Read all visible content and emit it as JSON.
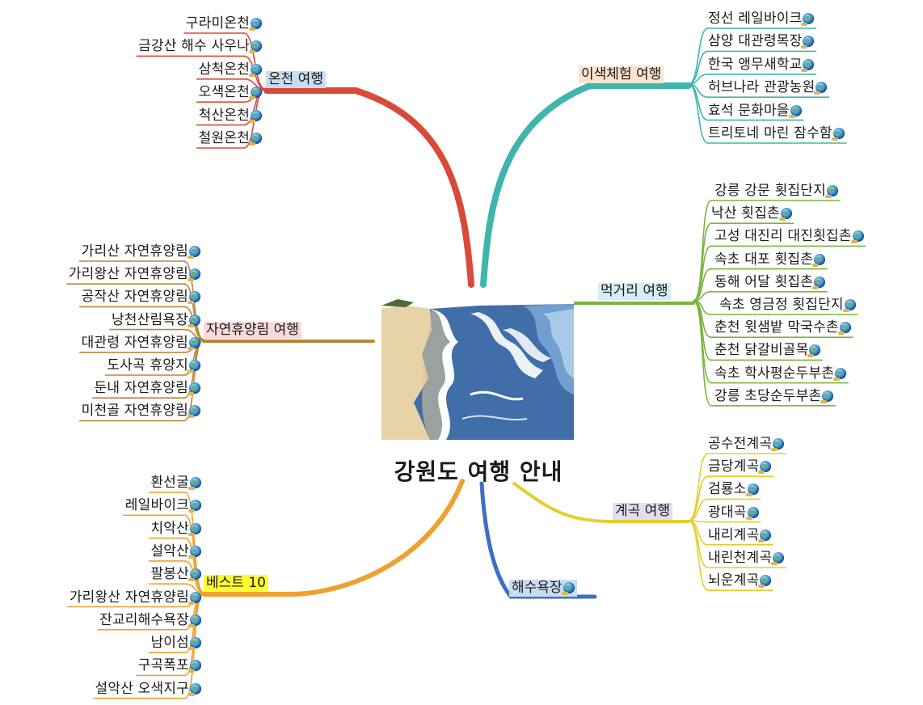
{
  "title": "강원도 여행 안내",
  "branches": {
    "spa": {
      "label": "온천 여행",
      "color": "#d94a38",
      "bg": "#c9dcf2",
      "items": [
        "구라미온천",
        "금강산 해수 사우나",
        "삼척온천",
        "오색온천",
        "척산온천",
        "철원온천"
      ]
    },
    "experience": {
      "label": "이색체험 여행",
      "color": "#3fb5ad",
      "bg": "#fbe3cf",
      "items": [
        "정선 레일바이크",
        "삼양 대관령목장",
        "한국 앵무새학교",
        "허브나라 관광농원",
        "효석 문화마을",
        "트리토네 마린 잠수함"
      ]
    },
    "food": {
      "label": "먹거리 여행",
      "color": "#7cb342",
      "bg": "#d6ecf7",
      "items": [
        "강릉 강문 횟집단지",
        "낙산 횟집촌",
        "고성 대진리 대진횟집촌",
        "속초 대포 횟집촌",
        "동해 어달 횟집촌",
        "속초 영금정 횟집단지",
        "춘천 윗샘밭 막국수촌",
        "춘천 닭갈비골목",
        "속초 학사평순두부촌",
        "강릉 초당순두부촌"
      ]
    },
    "forest": {
      "label": "자연휴양림 여행",
      "color": "#b8863b",
      "bg": "#f8dada",
      "items": [
        "가리산 자연휴양림",
        "가리왕산 자연휴양림",
        "공작산 자연휴양림",
        "낭천산림욕장",
        "대관령 자연휴양림",
        "도사곡 휴양지",
        "둔내 자연휴양림",
        "미천골 자연휴양림"
      ]
    },
    "valley": {
      "label": "계곡 여행",
      "color": "#e3cf2a",
      "bg": "#e4dcf0",
      "items": [
        "공수전계곡",
        "금당계곡",
        "검룡소",
        "광대곡",
        "내리계곡",
        "내린천계곡",
        "뇌운계곡"
      ]
    },
    "best": {
      "label": "베스트 10",
      "color": "#f0a02e",
      "bg": "#ffff33",
      "items": [
        "환선굴",
        "레일바이크",
        "치악산",
        "설악산",
        "팔봉산",
        "가리왕산 자연휴양림",
        "잔교리해수욕장",
        "남이섬",
        "구곡폭포",
        "설악산 오색지구"
      ]
    },
    "beach": {
      "label": "해수욕장",
      "color": "#3f6fc4",
      "bg": "#c9dcf2"
    }
  }
}
